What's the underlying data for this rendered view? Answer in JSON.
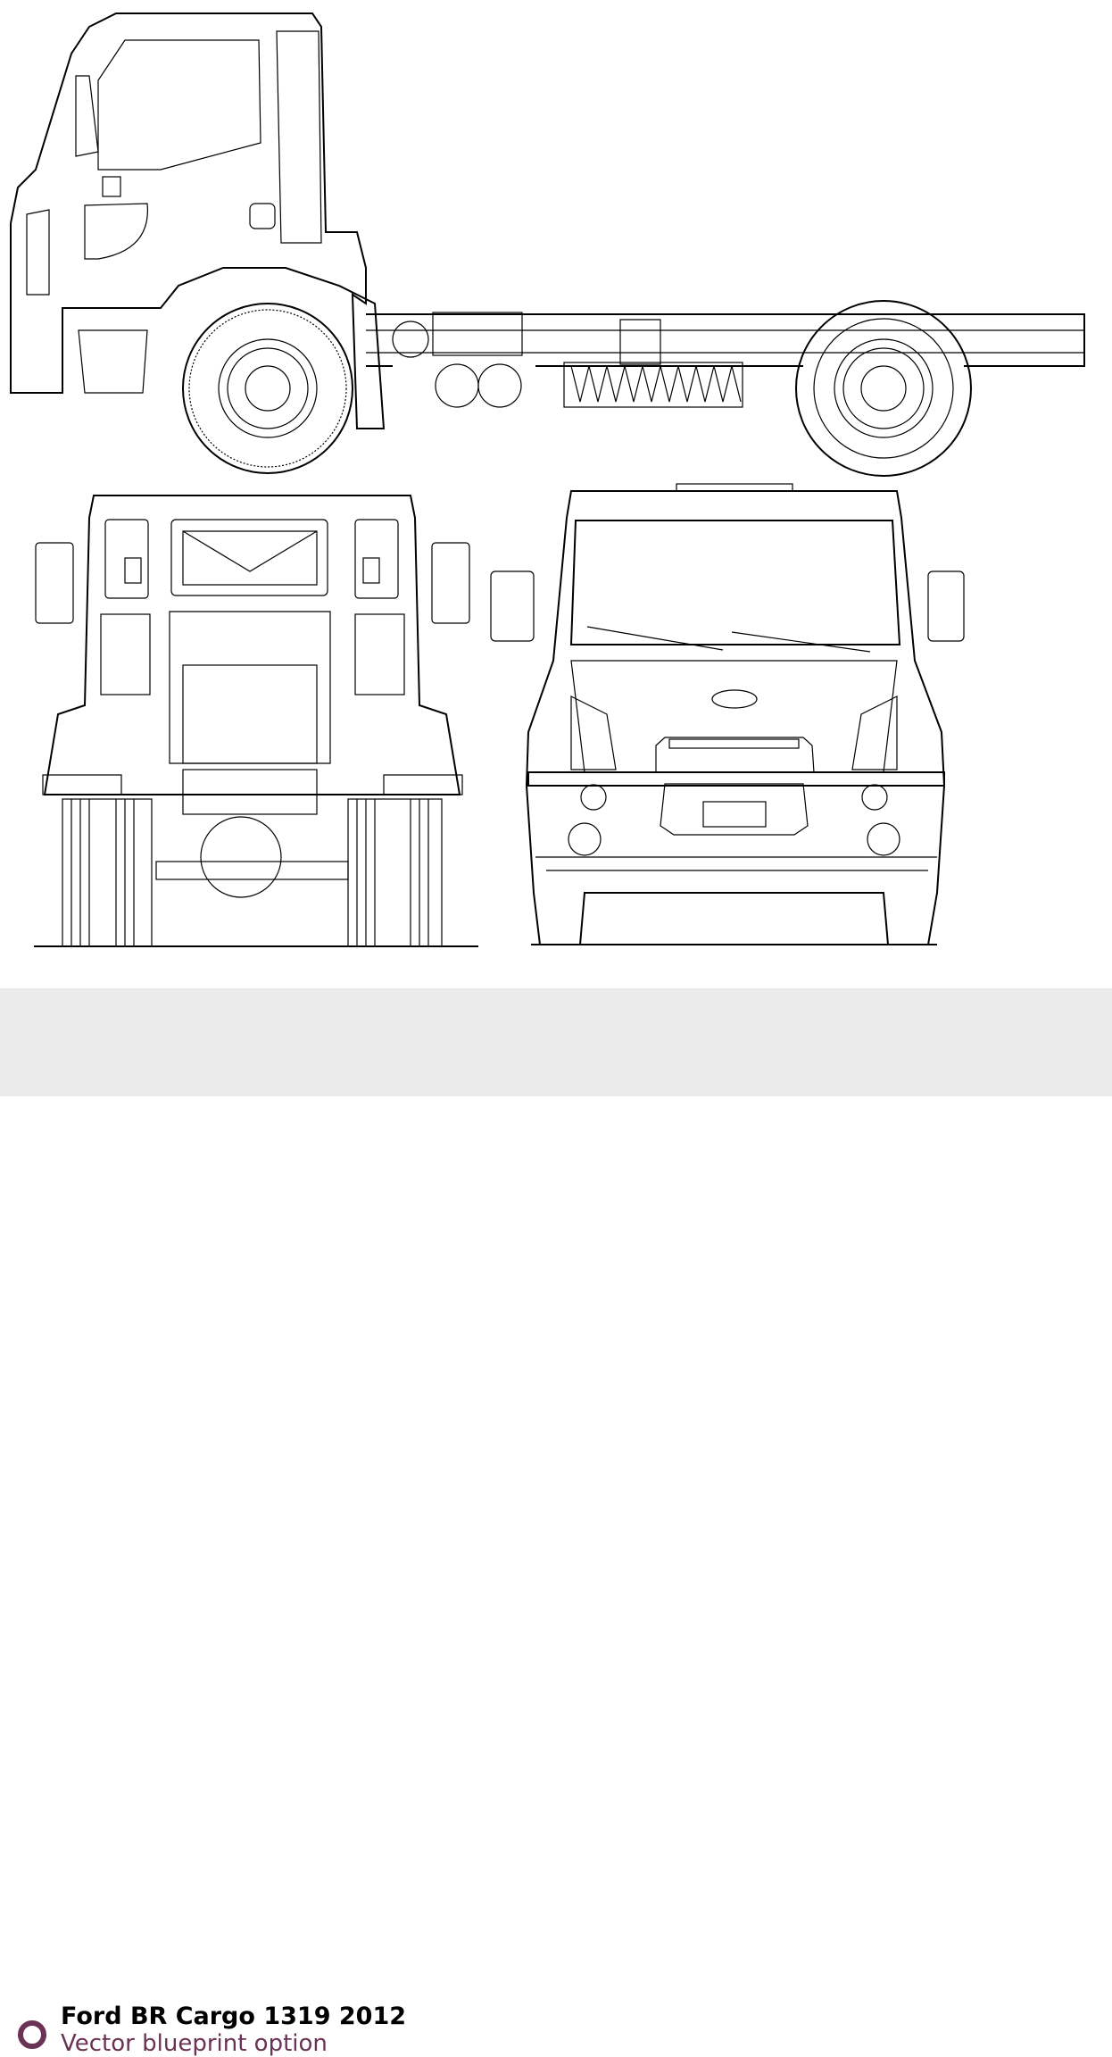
{
  "caption": {
    "title": "Ford BR Cargo 1319 2012",
    "subtitle": "Vector blueprint option",
    "icon": "ring-bullet-icon",
    "accent_color": "#6a3355",
    "background_color": "#ebebeb"
  },
  "views": [
    "side-view",
    "rear-view",
    "front-view"
  ]
}
